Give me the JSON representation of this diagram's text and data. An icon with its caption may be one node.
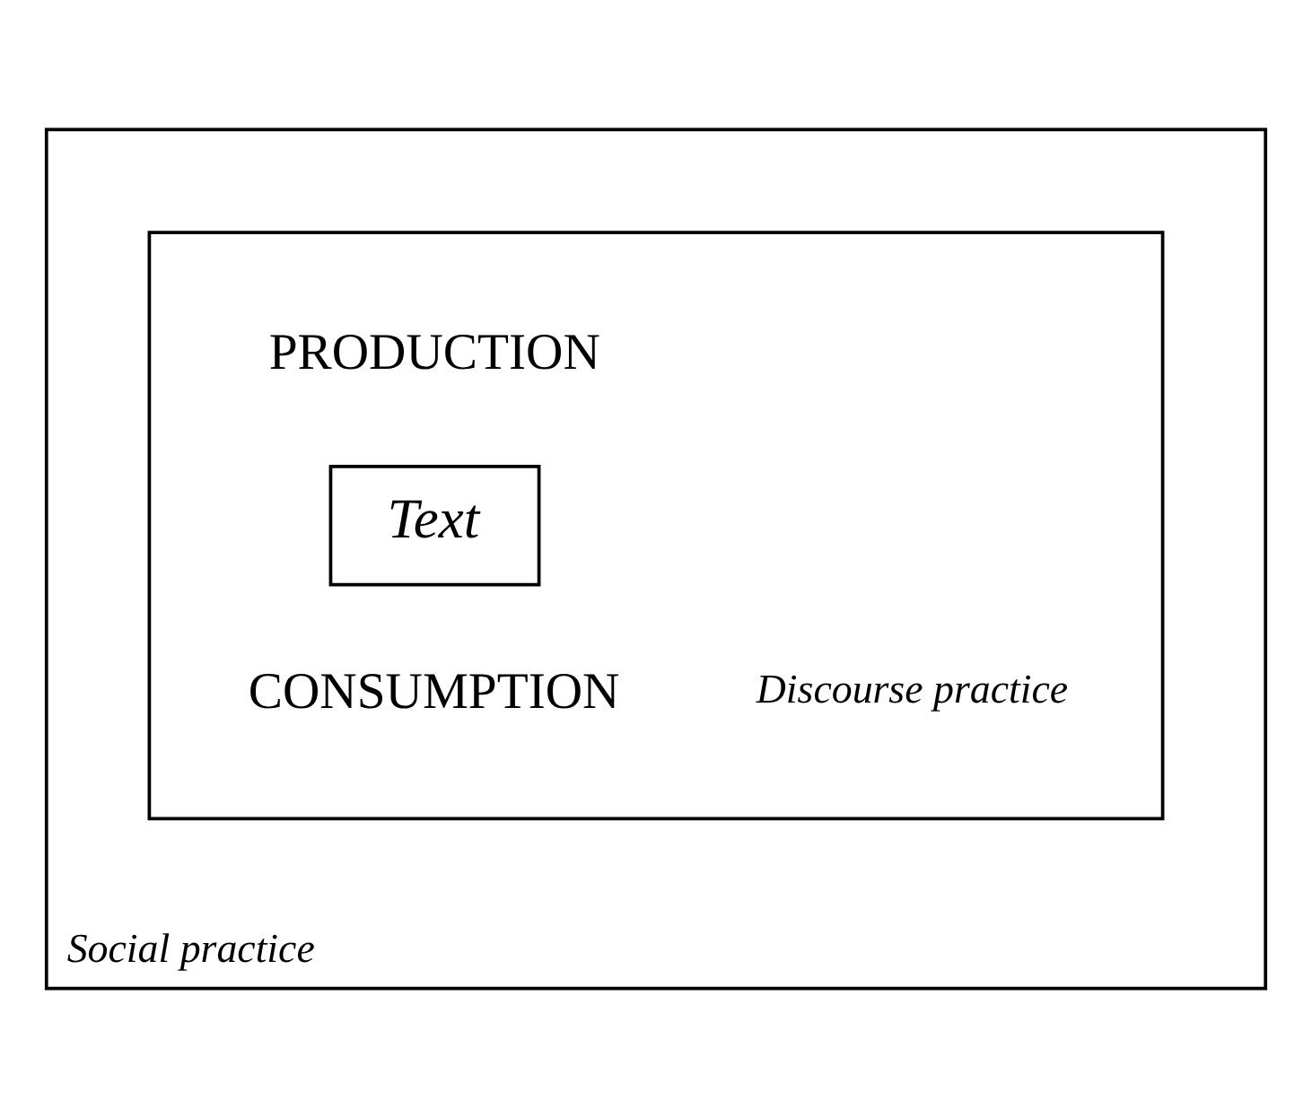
{
  "diagram": {
    "nodes": [
      {
        "text": [
          "Social practice"
        ]
      },
      {
        "text": [
          "PRODUCTION",
          "CONSUMPTION",
          "Discourse practice"
        ],
        "in": 0
      },
      {
        "text": [
          "Text"
        ],
        "in": 1
      }
    ],
    "edges": []
  }
}
